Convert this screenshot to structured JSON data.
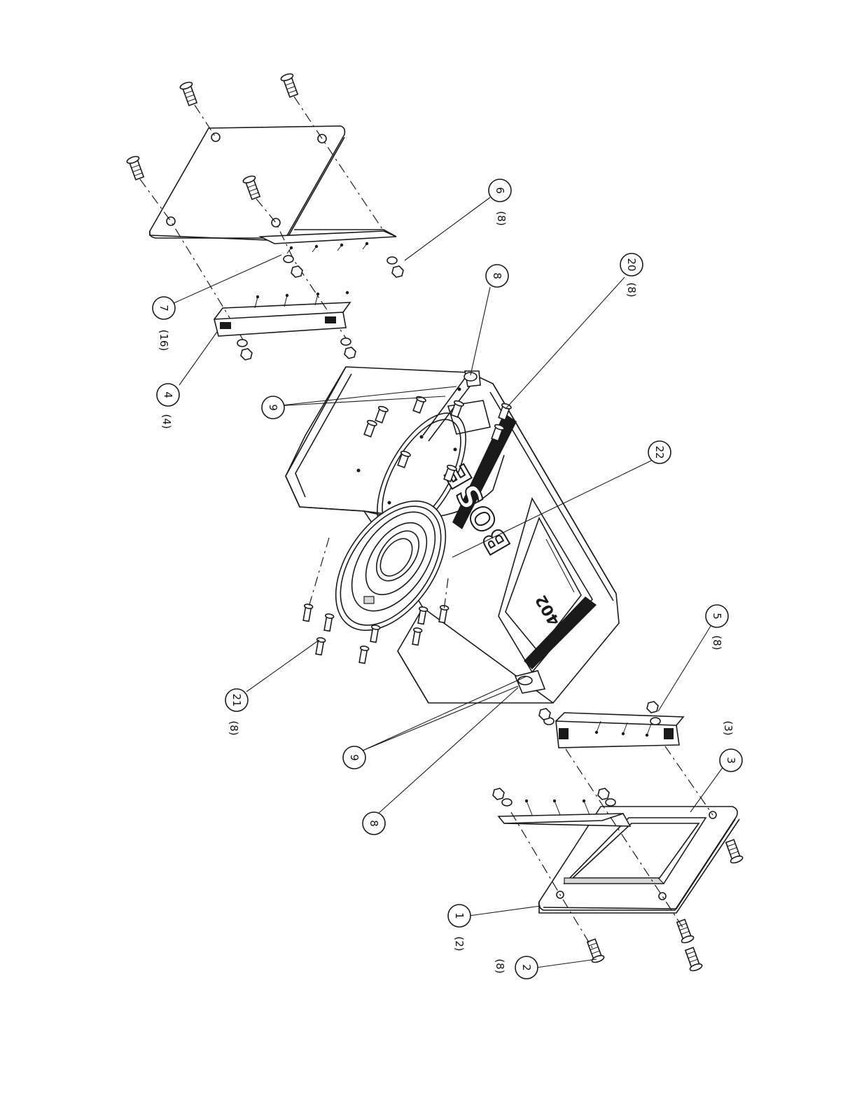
{
  "labels": {
    "p1": "1",
    "q1": "(2)",
    "p2": "2",
    "q2": "(8)",
    "p3": "3",
    "q3": "(3)",
    "p4": "4",
    "q4": "(4)",
    "p5": "5",
    "q5": "(8)",
    "p6": "6",
    "q6": "(8)",
    "p7": "7",
    "q7": "(16)",
    "p8a": "8",
    "p8b": "8",
    "p9a": "9",
    "p9b": "9",
    "p20": "20",
    "q20": "(8)",
    "p21": "21",
    "q21": "(8)",
    "p22": "22"
  },
  "brand": {
    "logo": "BOSE",
    "model": "402"
  },
  "colors": {
    "ink": "#1a1a1a",
    "paper": "#ffffff"
  }
}
